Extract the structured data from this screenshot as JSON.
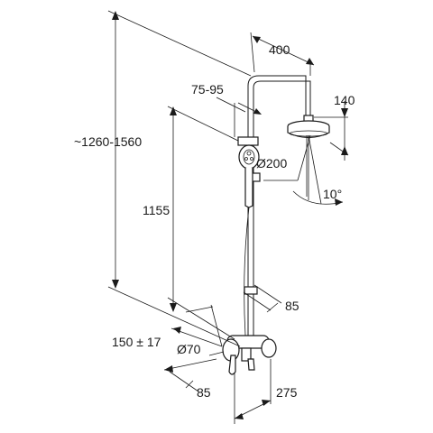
{
  "dimensions": {
    "total_height": "~1260-1560",
    "arm_length": "400",
    "holder_range": "75-95",
    "head_height": "140",
    "head_diameter": "Ø200",
    "tilt_angle": "10°",
    "outlet_height": "1155",
    "pipe_offset": "85",
    "center_distance": "150 ± 17",
    "valve_diameter": "Ø70",
    "wall_offset": "85",
    "depth": "275"
  }
}
